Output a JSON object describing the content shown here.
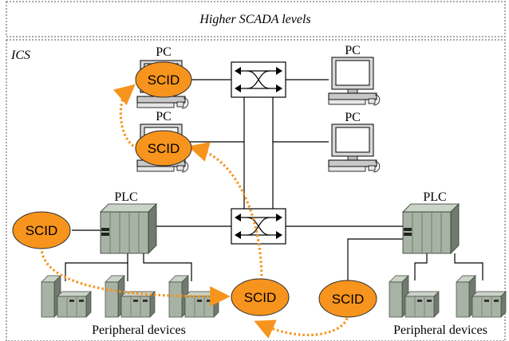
{
  "zones": {
    "upper": "Higher SCADA levels",
    "ics": "ICS"
  },
  "nodes": {
    "pc_label": "PC",
    "plc_label": "PLC",
    "scid_label": "SCID",
    "peripheral_label": "Peripheral devices"
  },
  "colors": {
    "scid_fill": "#f7941d",
    "scid_stroke": "#2b2b2b",
    "arrow": "#f7941d",
    "line": "#000000",
    "device_body": "#a7b3a4",
    "device_light": "#c9d3c6",
    "device_dark": "#6f7b6c"
  }
}
